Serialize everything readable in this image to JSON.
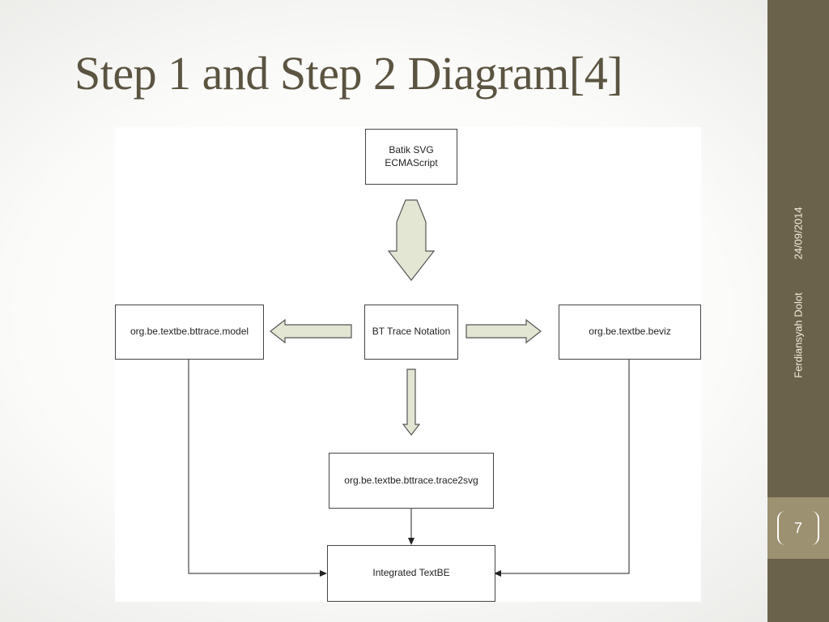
{
  "slide": {
    "title": "Step 1 and Step 2 Diagram[4]",
    "date": "24/09/2014",
    "author": "Ferdiansyah Dolot",
    "page_number": "7"
  },
  "diagram": {
    "nodes": {
      "batik": "Batik SVG\nECMAScript",
      "bt_trace": "BT Trace Notation",
      "model": "org.be.textbe.bttrace.model",
      "beviz": "org.be.textbe.beviz",
      "trace2svg": "org.be.textbe.bttrace.trace2svg",
      "integrated": "Integrated TextBE"
    },
    "edges": [
      {
        "from": "batik",
        "to": "bt_trace",
        "style": "large-block-arrow"
      },
      {
        "from": "bt_trace",
        "to": "model",
        "style": "block-arrow"
      },
      {
        "from": "bt_trace",
        "to": "beviz",
        "style": "block-arrow"
      },
      {
        "from": "bt_trace",
        "to": "trace2svg",
        "style": "block-arrow"
      },
      {
        "from": "model",
        "to": "integrated",
        "style": "line-arrow"
      },
      {
        "from": "trace2svg",
        "to": "integrated",
        "style": "line-arrow"
      },
      {
        "from": "beviz",
        "to": "integrated",
        "style": "line-arrow"
      }
    ],
    "colors": {
      "arrow_fill": "#e4e6d4",
      "arrow_stroke": "#555555",
      "line": "#222222"
    }
  }
}
